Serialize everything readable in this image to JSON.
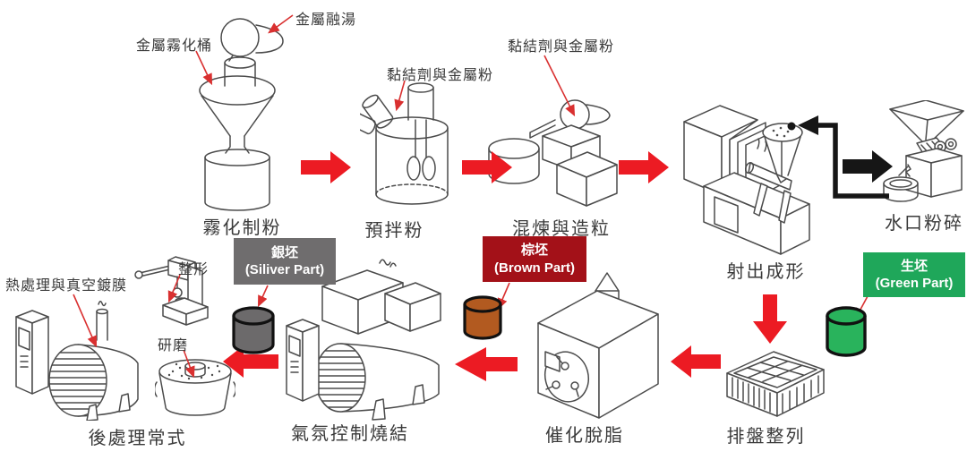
{
  "colors": {
    "arrow_red": "#ec1b23",
    "arrow_black": "#161616",
    "thin_arrow_red": "#d93030",
    "line_art": "#4b4b4b",
    "label_text": "#3a3a3a",
    "green_part_bg": "#1fa75a",
    "green_part_cylinder": "#29b35c",
    "brown_part_bg": "#a31118",
    "brown_part_cylinder": "#b25a20",
    "silver_part_bg": "#6f6d6e",
    "silver_part_cylinder": "#6c6a6b"
  },
  "stations": {
    "atomization": {
      "label": "霧化制粉"
    },
    "premix": {
      "label": "預拌粉"
    },
    "kneading": {
      "label": "混煉與造粒"
    },
    "injection_molding": {
      "label": "射出成形"
    },
    "sprue_crushing": {
      "label": "水口粉碎"
    },
    "tray_arrangement": {
      "label": "排盤整列"
    },
    "catalytic_debinding": {
      "label": "催化脫脂"
    },
    "atmosphere_sintering": {
      "label": "氣氛控制燒結"
    },
    "post_processing": {
      "label": "後處理常式"
    }
  },
  "annotations": {
    "molten_metal": "金屬融湯",
    "atomizing_barrel": "金屬霧化桶",
    "binder_metal_powder_premix": "黏結劑與金屬粉",
    "binder_metal_powder_kneading": "黏結劑與金屬粉",
    "heat_treatment_vacuum_coating": "熱處理與真空鍍膜",
    "shaping": "整形",
    "grinding": "研磨"
  },
  "parts": {
    "green": {
      "name_zh": "生坯",
      "name_en": "(Green Part)"
    },
    "brown": {
      "name_zh": "棕坯",
      "name_en": "(Brown Part)"
    },
    "silver": {
      "name_zh": "銀坯",
      "name_en": "(Siliver Part)"
    }
  }
}
